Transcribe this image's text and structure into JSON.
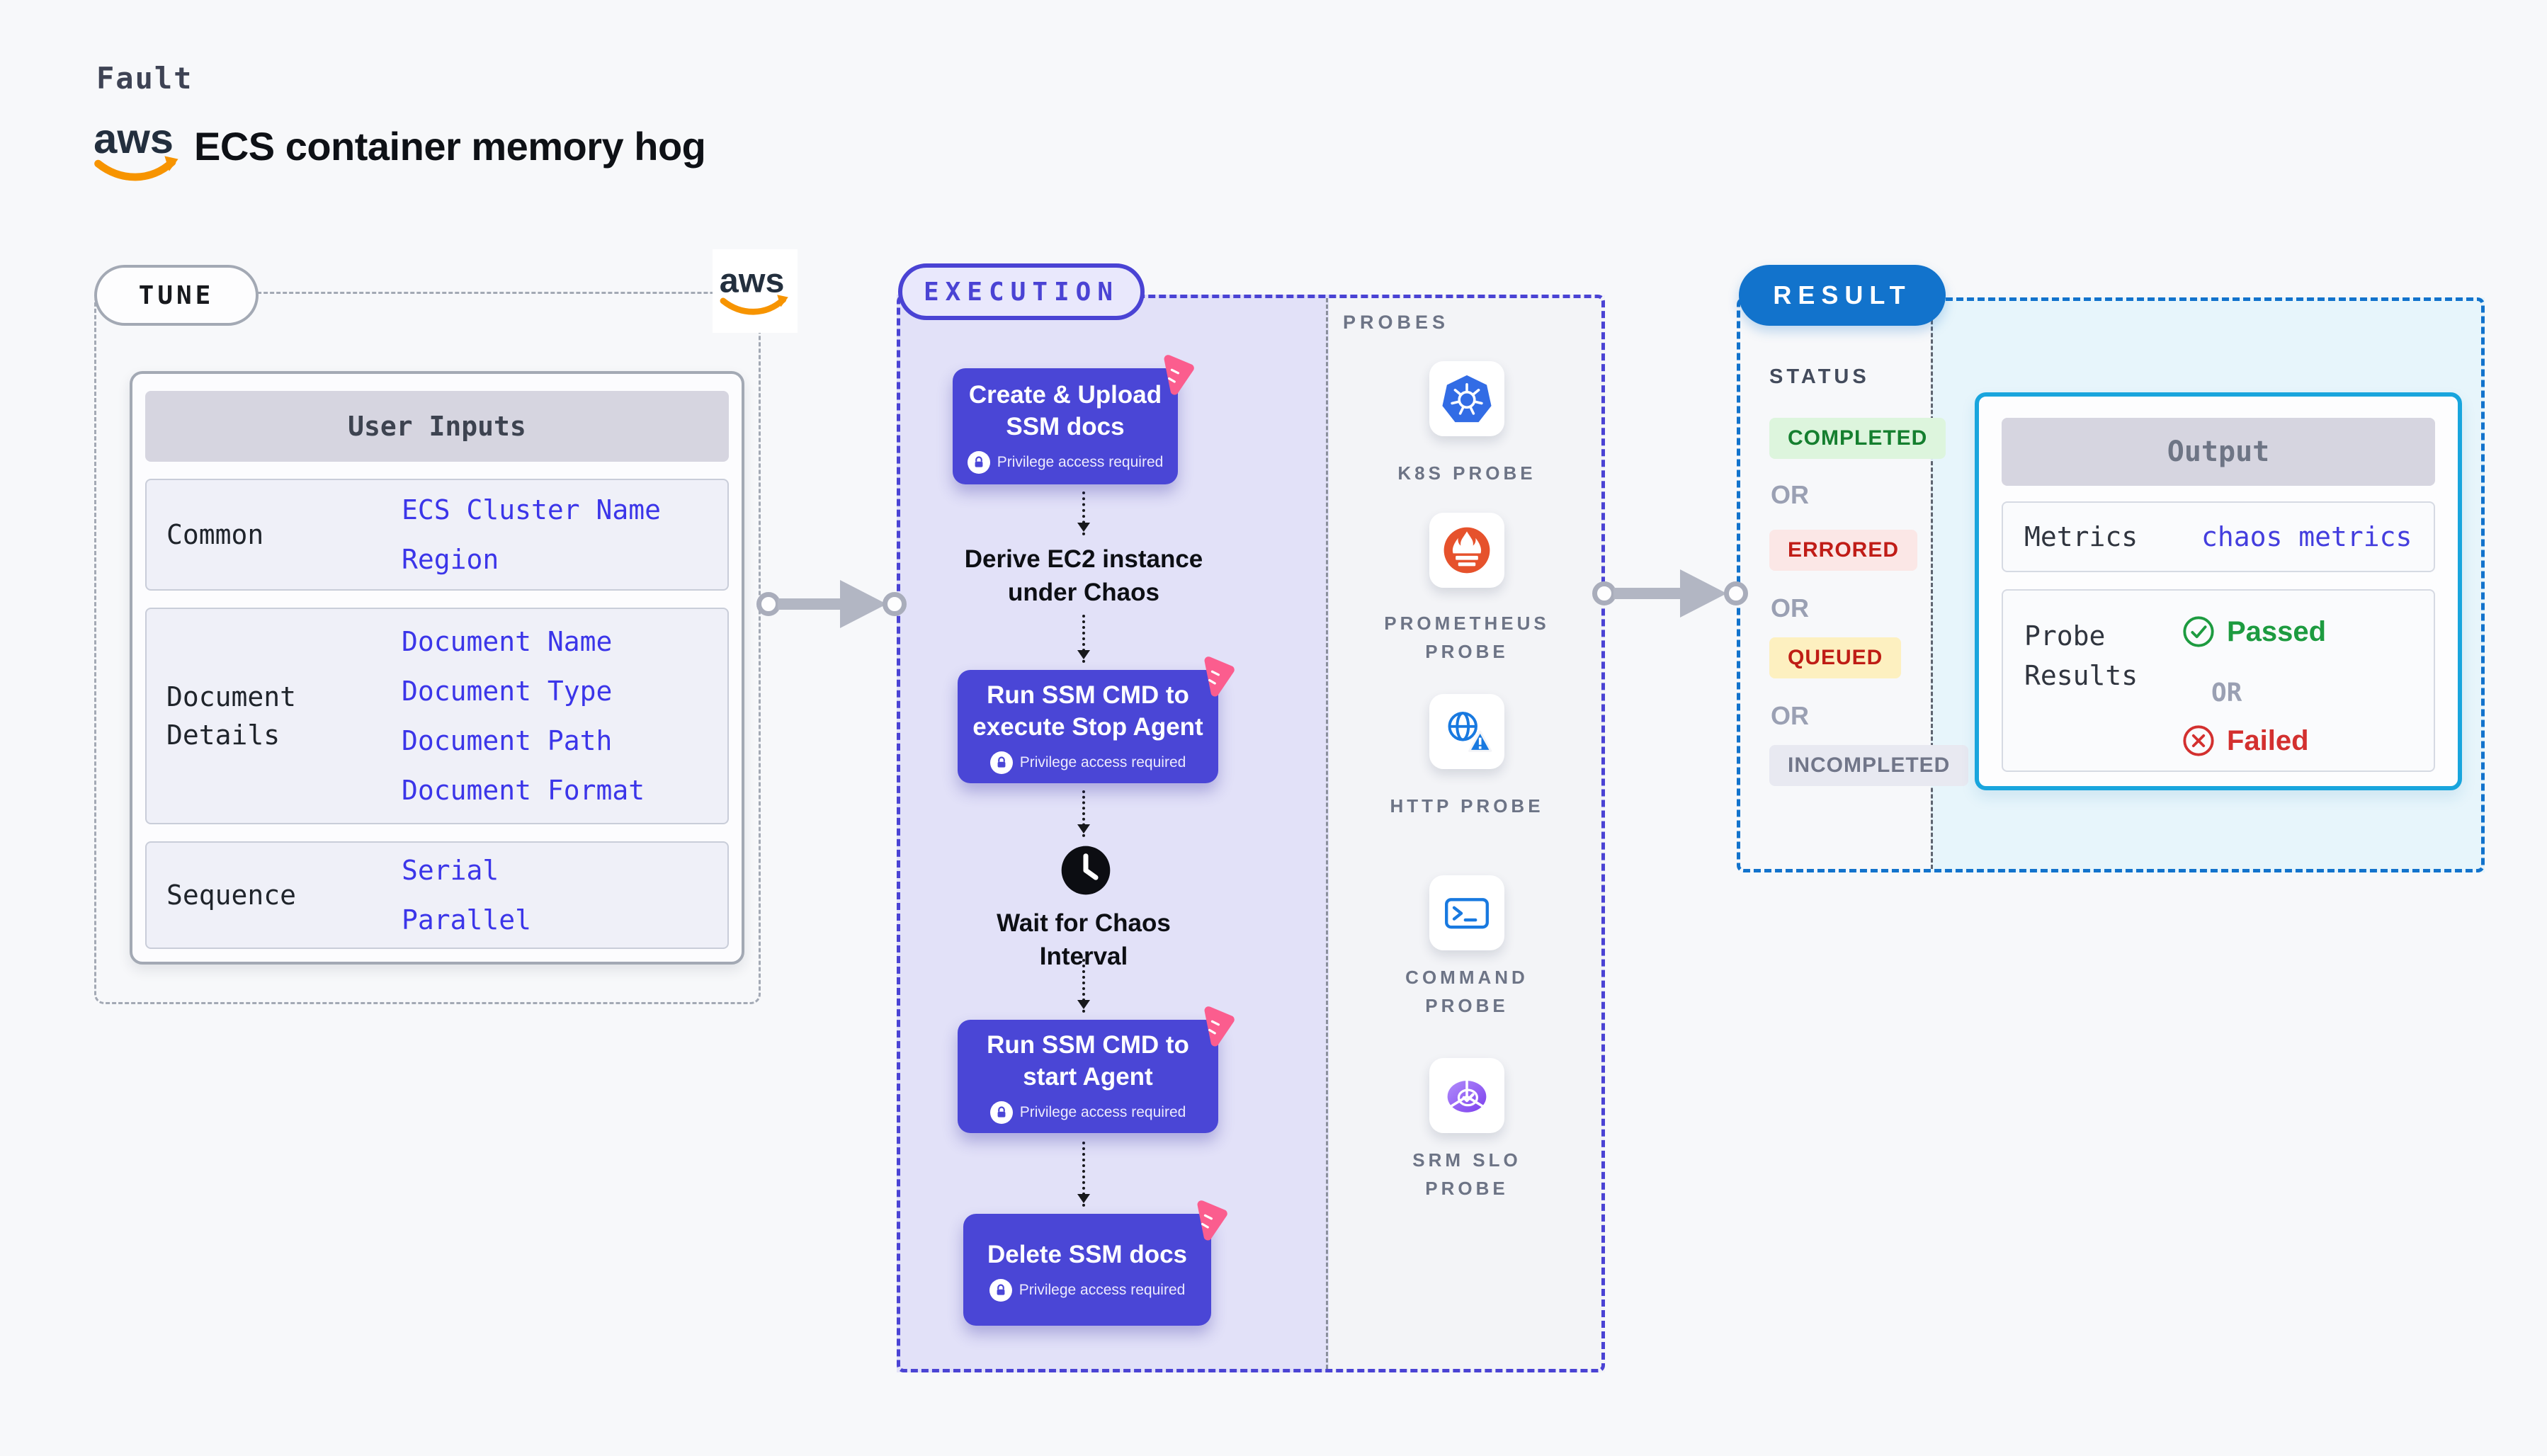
{
  "header": {
    "kicker": "Fault",
    "title": "ECS container memory hog",
    "aws_wordmark": "aws"
  },
  "tune": {
    "pill_label": "TUNE",
    "table": {
      "header": "User Inputs",
      "rows": [
        {
          "label": "Common",
          "values": [
            "ECS Cluster Name",
            "Region"
          ]
        },
        {
          "label": "Document Details",
          "values": [
            "Document Name",
            "Document Type",
            "Document Path",
            "Document Format"
          ]
        },
        {
          "label": "Sequence",
          "values": [
            "Serial",
            "Parallel"
          ]
        }
      ]
    }
  },
  "execution": {
    "pill_label": "EXECUTION",
    "steps": [
      {
        "title": "Create & Upload SSM docs",
        "badge": "Privilege access required"
      },
      {
        "title": "Run SSM CMD to execute Stop Agent",
        "badge": "Privilege access required"
      },
      {
        "title": "Run SSM CMD to start Agent",
        "badge": "Privilege access required"
      },
      {
        "title": "Delete SSM docs",
        "badge": "Privilege access required"
      }
    ],
    "note_derive": "Derive EC2 instance under Chaos",
    "note_wait": "Wait for Chaos Interval"
  },
  "probes": {
    "label": "PROBES",
    "items": [
      {
        "label": "K8S PROBE",
        "icon": "kubernetes-icon"
      },
      {
        "label": "PROMETHEUS PROBE",
        "icon": "prometheus-icon"
      },
      {
        "label": "HTTP PROBE",
        "icon": "http-globe-warning-icon"
      },
      {
        "label": "COMMAND PROBE",
        "icon": "terminal-icon"
      },
      {
        "label": "SRM SLO PROBE",
        "icon": "srm-slo-donut-icon"
      }
    ]
  },
  "result": {
    "pill_label": "RESULT",
    "status_label": "STATUS",
    "or_label": "OR",
    "statuses": [
      {
        "label": "COMPLETED",
        "bg": "#ddf5dd",
        "color": "#157f2f"
      },
      {
        "label": "ERRORED",
        "bg": "#fbe7e6",
        "color": "#c01d17"
      },
      {
        "label": "QUEUED",
        "bg": "#fdf0c0",
        "color": "#bf1d15"
      },
      {
        "label": "INCOMPLETED",
        "bg": "#e8e9f1",
        "color": "#717689"
      }
    ],
    "output": {
      "header": "Output",
      "metrics_label": "Metrics",
      "metrics_value": "chaos metrics",
      "probe_results_label": "Probe Results",
      "passed": "Passed",
      "or_label": "OR",
      "failed": "Failed"
    }
  },
  "colors": {
    "page_bg": "#f7f8fa",
    "step_box_indigo": "#4a46d6",
    "execution_accent": "#4a43d4",
    "execution_panel": "#e2e1f8",
    "result_accent": "#1273cc",
    "result_panel": "#e7f5fb",
    "output_border": "#19a5dd",
    "input_value_indigo": "#3b35e9",
    "pink_step_badge": "#fb5d8e",
    "passed_green": "#1d9b40",
    "failed_red": "#d3302f",
    "k8s_blue": "#326ce5",
    "prometheus_orange": "#e6522c",
    "probe_icon_blue": "#1879e0",
    "srm_purple": "#7c3fed",
    "aws_orange": "#f79400",
    "aws_navy": "#232f3e"
  }
}
